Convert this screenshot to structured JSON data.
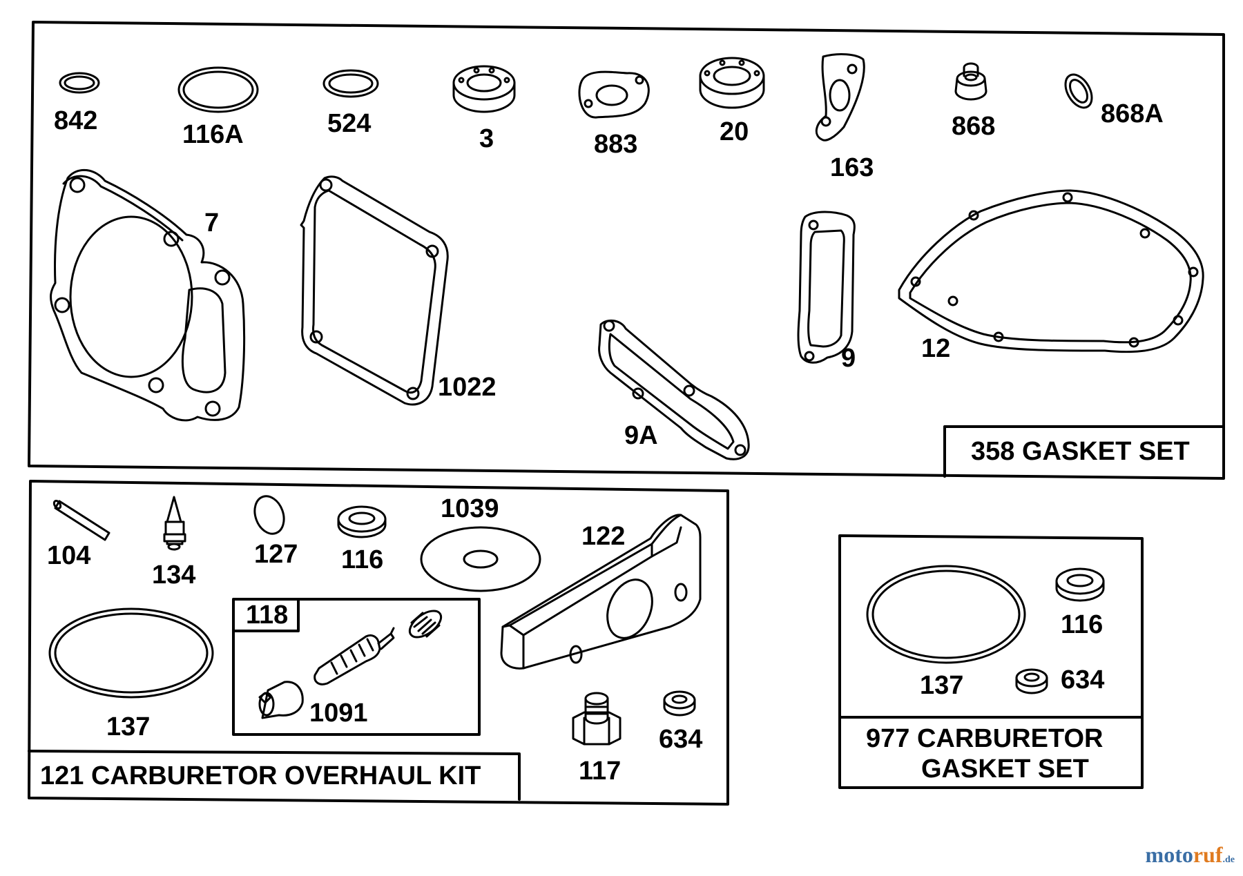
{
  "colors": {
    "ink": "#000000",
    "paper": "#ffffff",
    "watermark_blue": "#3a6ea5",
    "watermark_orange": "#e07b20"
  },
  "labels": {
    "p842": "842",
    "p116A": "116A",
    "p524": "524",
    "p3": "3",
    "p883": "883",
    "p20": "20",
    "p163": "163",
    "p868": "868",
    "p868A": "868A",
    "p7": "7",
    "p1022": "1022",
    "p9A": "9A",
    "p9": "9",
    "p12": "12",
    "p104": "104",
    "p134": "134",
    "p127": "127",
    "p116": "116",
    "p1039": "1039",
    "p122": "122",
    "p137": "137",
    "p118": "118",
    "p1091": "1091",
    "p117": "117",
    "p634": "634",
    "p116b": "116",
    "p137b": "137",
    "p634b": "634"
  },
  "kits": {
    "gasket_set": "358 GASKET SET",
    "carb_overhaul": "121 CARBURETOR OVERHAUL KIT",
    "carb_gasket_line1": "977 CARBURETOR",
    "carb_gasket_line2": "GASKET SET"
  },
  "watermark": {
    "part1": "moto",
    "part2": "ruf",
    "part3": ".de"
  }
}
